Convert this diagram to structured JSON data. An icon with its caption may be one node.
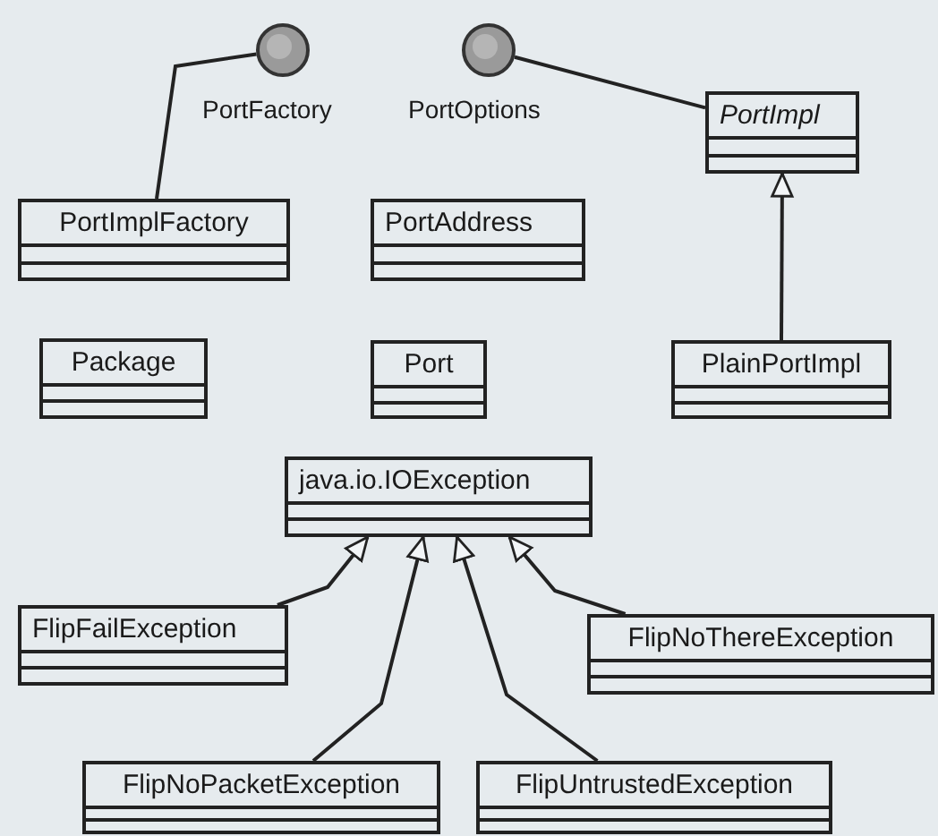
{
  "diagram": {
    "nodes": [
      {
        "text": [],
        "shape": "circle",
        "beside": [
          "PortFactory"
        ]
      },
      {
        "text": [],
        "shape": "circle",
        "beside": [
          "PortOptions"
        ]
      },
      {
        "text": [
          "*PortImpl*"
        ]
      },
      {
        "text": [
          "PortImplFactory"
        ]
      },
      {
        "text": [
          "PortAddress"
        ]
      },
      {
        "text": [
          "Package"
        ]
      },
      {
        "text": [
          "Port"
        ]
      },
      {
        "text": [
          "PlainPortImpl"
        ]
      },
      {
        "text": [
          "java.io.IOException"
        ]
      },
      {
        "text": [
          "FlipFailException"
        ]
      },
      {
        "text": [
          "FlipNoThereException"
        ]
      },
      {
        "text": [
          "FlipNoPacketException"
        ]
      },
      {
        "text": [
          "FlipUntrustedException"
        ]
      }
    ],
    "edges": [
      {
        "from": 3,
        "to": 0,
        "arrow": "none"
      },
      {
        "from": 2,
        "to": 1,
        "arrow": "none"
      },
      {
        "from": 7,
        "to": 2,
        "arrow": "to"
      },
      {
        "from": 9,
        "to": 8,
        "arrow": "to"
      },
      {
        "from": 10,
        "to": 8,
        "arrow": "to"
      },
      {
        "from": 11,
        "to": 8,
        "arrow": "to"
      },
      {
        "from": 12,
        "to": 8,
        "arrow": "to"
      }
    ]
  }
}
